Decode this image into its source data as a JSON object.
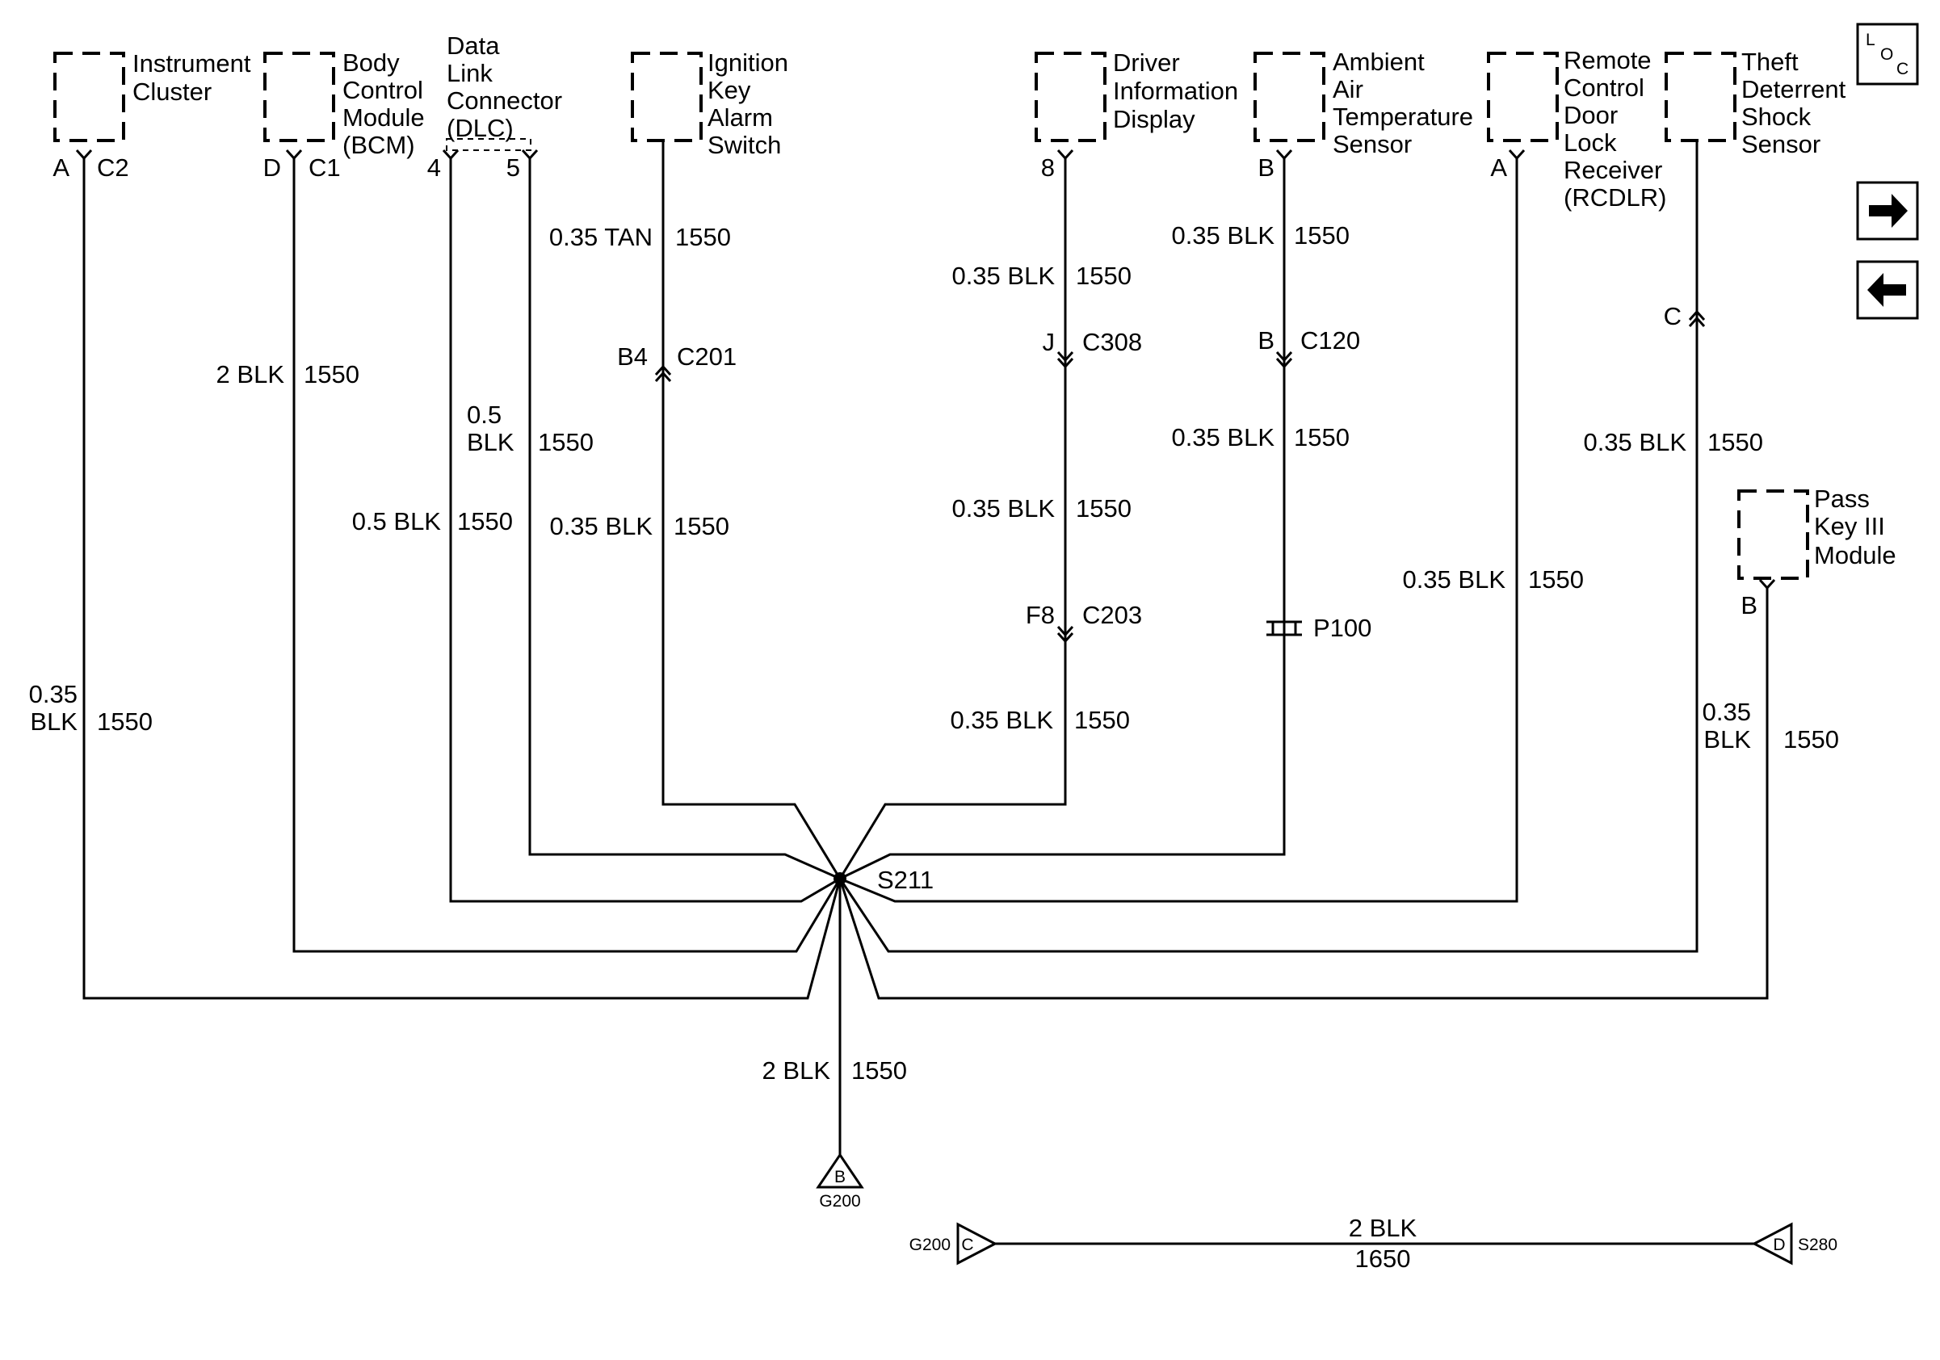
{
  "components": {
    "instrument_cluster": {
      "name": "Instrument Cluster",
      "pin": "A",
      "connector": "C2",
      "wire_gauge": "0.35 BLK",
      "circuit": "1550"
    },
    "bcm": {
      "name": "Body Control Module (BCM)",
      "pin": "D",
      "connector": "C1",
      "wire_gauge": "2 BLK",
      "circuit": "1550"
    },
    "dlc": {
      "name": "Data Link Connector (DLC)",
      "pin_a": "4",
      "pin_b": "5",
      "wire_a_gauge": "0.5 BLK",
      "wire_a_circuit": "1550",
      "wire_b_gauge": "0.5 BLK",
      "wire_b_circuit": "1550"
    },
    "ignition_key_alarm_switch": {
      "name": "Ignition Key Alarm Switch",
      "wire_top_gauge": "0.35 TAN",
      "wire_top_circuit": "1550",
      "inline_pin": "B4",
      "inline_connector": "C201",
      "wire_bottom_gauge": "0.35 BLK",
      "wire_bottom_circuit": "1550"
    },
    "driver_information_display": {
      "name": "Driver Information Display",
      "pin": "8",
      "wire1_gauge": "0.35 BLK",
      "wire1_circuit": "1550",
      "inline1_pin": "J",
      "inline1_connector": "C308",
      "wire2_gauge": "0.35 BLK",
      "wire2_circuit": "1550",
      "inline2_pin": "F8",
      "inline2_connector": "C203",
      "wire3_gauge": "0.35 BLK",
      "wire3_circuit": "1550"
    },
    "ambient_air_temp_sensor": {
      "name": "Ambient Air Temperature Sensor",
      "pin": "B",
      "wire1_gauge": "0.35 BLK",
      "wire1_circuit": "1550",
      "inline_pin": "B",
      "inline_connector": "C120",
      "wire2_gauge": "0.35 BLK",
      "wire2_circuit": "1550",
      "splice_pack": "P100"
    },
    "rcdlr": {
      "name": "Remote Control Door Lock Receiver (RCDLR)",
      "pin": "A",
      "wire_gauge": "0.35 BLK",
      "wire_circuit": "1550"
    },
    "theft_deterrent_shock_sensor": {
      "name": "Theft Deterrent Shock Sensor",
      "inline_pin": "C",
      "wire_gauge": "0.35 BLK",
      "wire_circuit": "1550"
    },
    "pass_key_iii_module": {
      "name": "Pass Key III Module",
      "pin": "B",
      "wire_gauge": "0.35 BLK",
      "wire_circuit": "1550"
    }
  },
  "splice": {
    "name": "S211",
    "ground_wire_gauge": "2 BLK",
    "ground_wire_circuit": "1550"
  },
  "ground": {
    "name": "G200",
    "letter": "B"
  },
  "ground_link": {
    "left_ground": "G200",
    "left_letter": "C",
    "right_splice": "S280",
    "right_letter": "D",
    "wire_gauge": "2 BLK",
    "wire_circuit": "1650"
  },
  "nav": {
    "loc_l": "L",
    "loc_o": "O",
    "loc_c": "C",
    "next_icon": "arrow-right-icon",
    "prev_icon": "arrow-left-icon"
  }
}
